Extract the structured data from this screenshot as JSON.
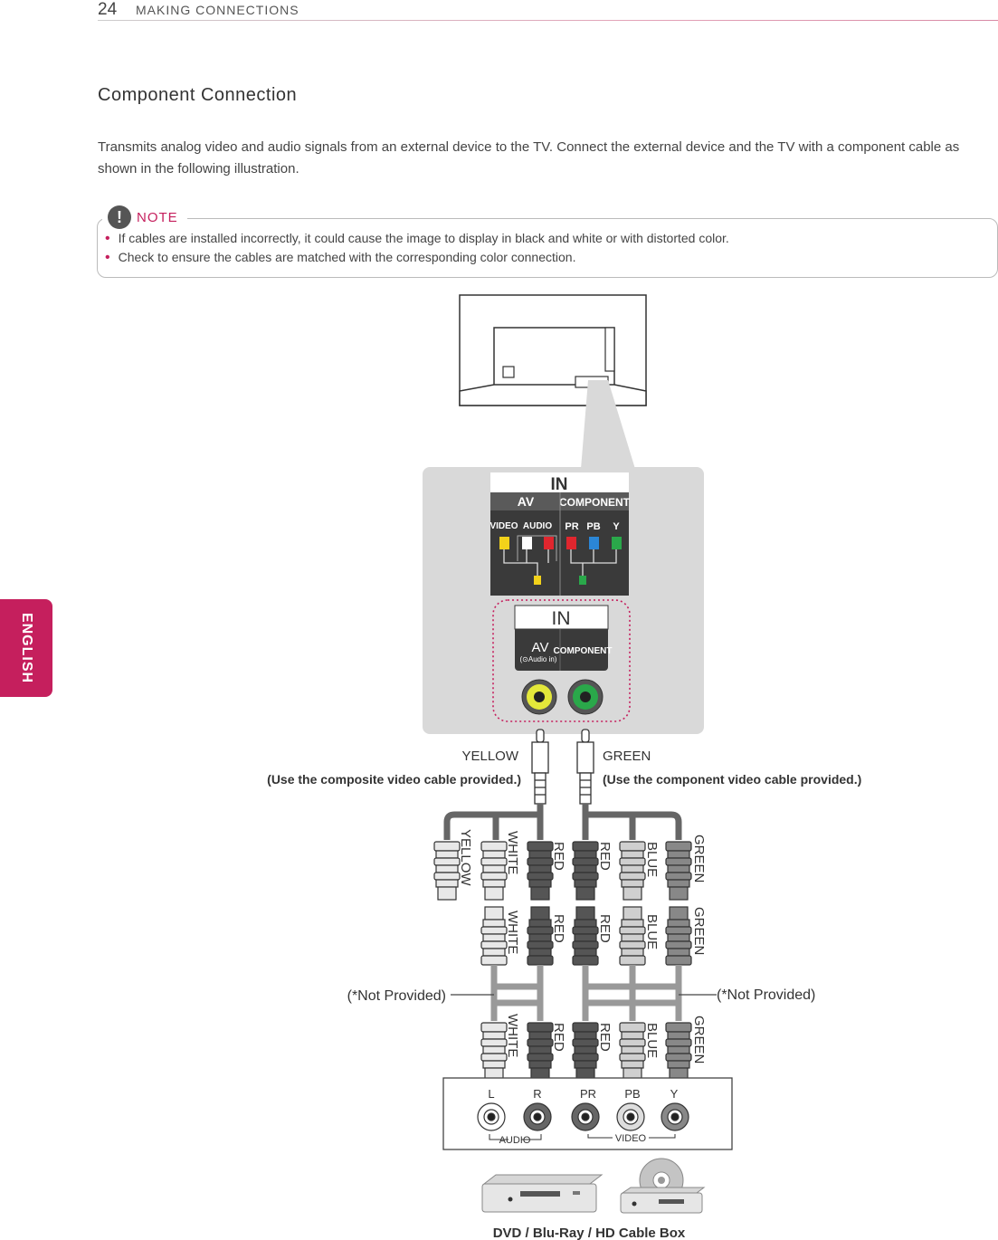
{
  "page": {
    "number": "24",
    "section": "MAKING CONNECTIONS",
    "language_tab": "ENGLISH"
  },
  "title": "Component Connection",
  "intro": "Transmits analog video and audio signals from an external device to the TV. Connect the external device and the TV with a component cable as shown in the following illustration.",
  "note": {
    "icon": "!",
    "label": "NOTE",
    "items": [
      "If cables are installed incorrectly, it could cause the image to display in black and white or with distorted color.",
      "Check to ensure the cables are matched with the corresponding color connection."
    ]
  },
  "diagram": {
    "panel_in": "IN",
    "panel_av": "AV",
    "panel_component": "COMPONENT",
    "panel_video": "VIDEO",
    "panel_audio": "AUDIO",
    "panel_pr": "PR",
    "panel_pb": "PB",
    "panel_y": "Y",
    "jack_in": "IN",
    "jack_av": "AV",
    "jack_audio_in": "(⊙Audio in)",
    "jack_component": "COMPONENT",
    "label_yellow": "YELLOW",
    "label_green": "GREEN",
    "note_composite": "(Use the composite video cable provided.)",
    "note_component": "(Use the component video cable provided.)",
    "plug_yellow": "YELLOW",
    "plug_white": "WHITE",
    "plug_red": "RED",
    "plug_blue": "BLUE",
    "plug_green": "GREEN",
    "not_provided": "(*Not Provided)",
    "dev_l": "L",
    "dev_r": "R",
    "dev_pr": "PR",
    "dev_pb": "PB",
    "dev_y": "Y",
    "dev_audio": "AUDIO",
    "dev_video": "VIDEO",
    "device_caption": "DVD / Blu-Ray / HD Cable Box"
  },
  "colors": {
    "accent": "#c51f5d",
    "yellow": "#f2d21a",
    "white": "#e8e8e8",
    "red": "#e0262e",
    "blue": "#2b86d6",
    "green": "#2aa84a"
  }
}
